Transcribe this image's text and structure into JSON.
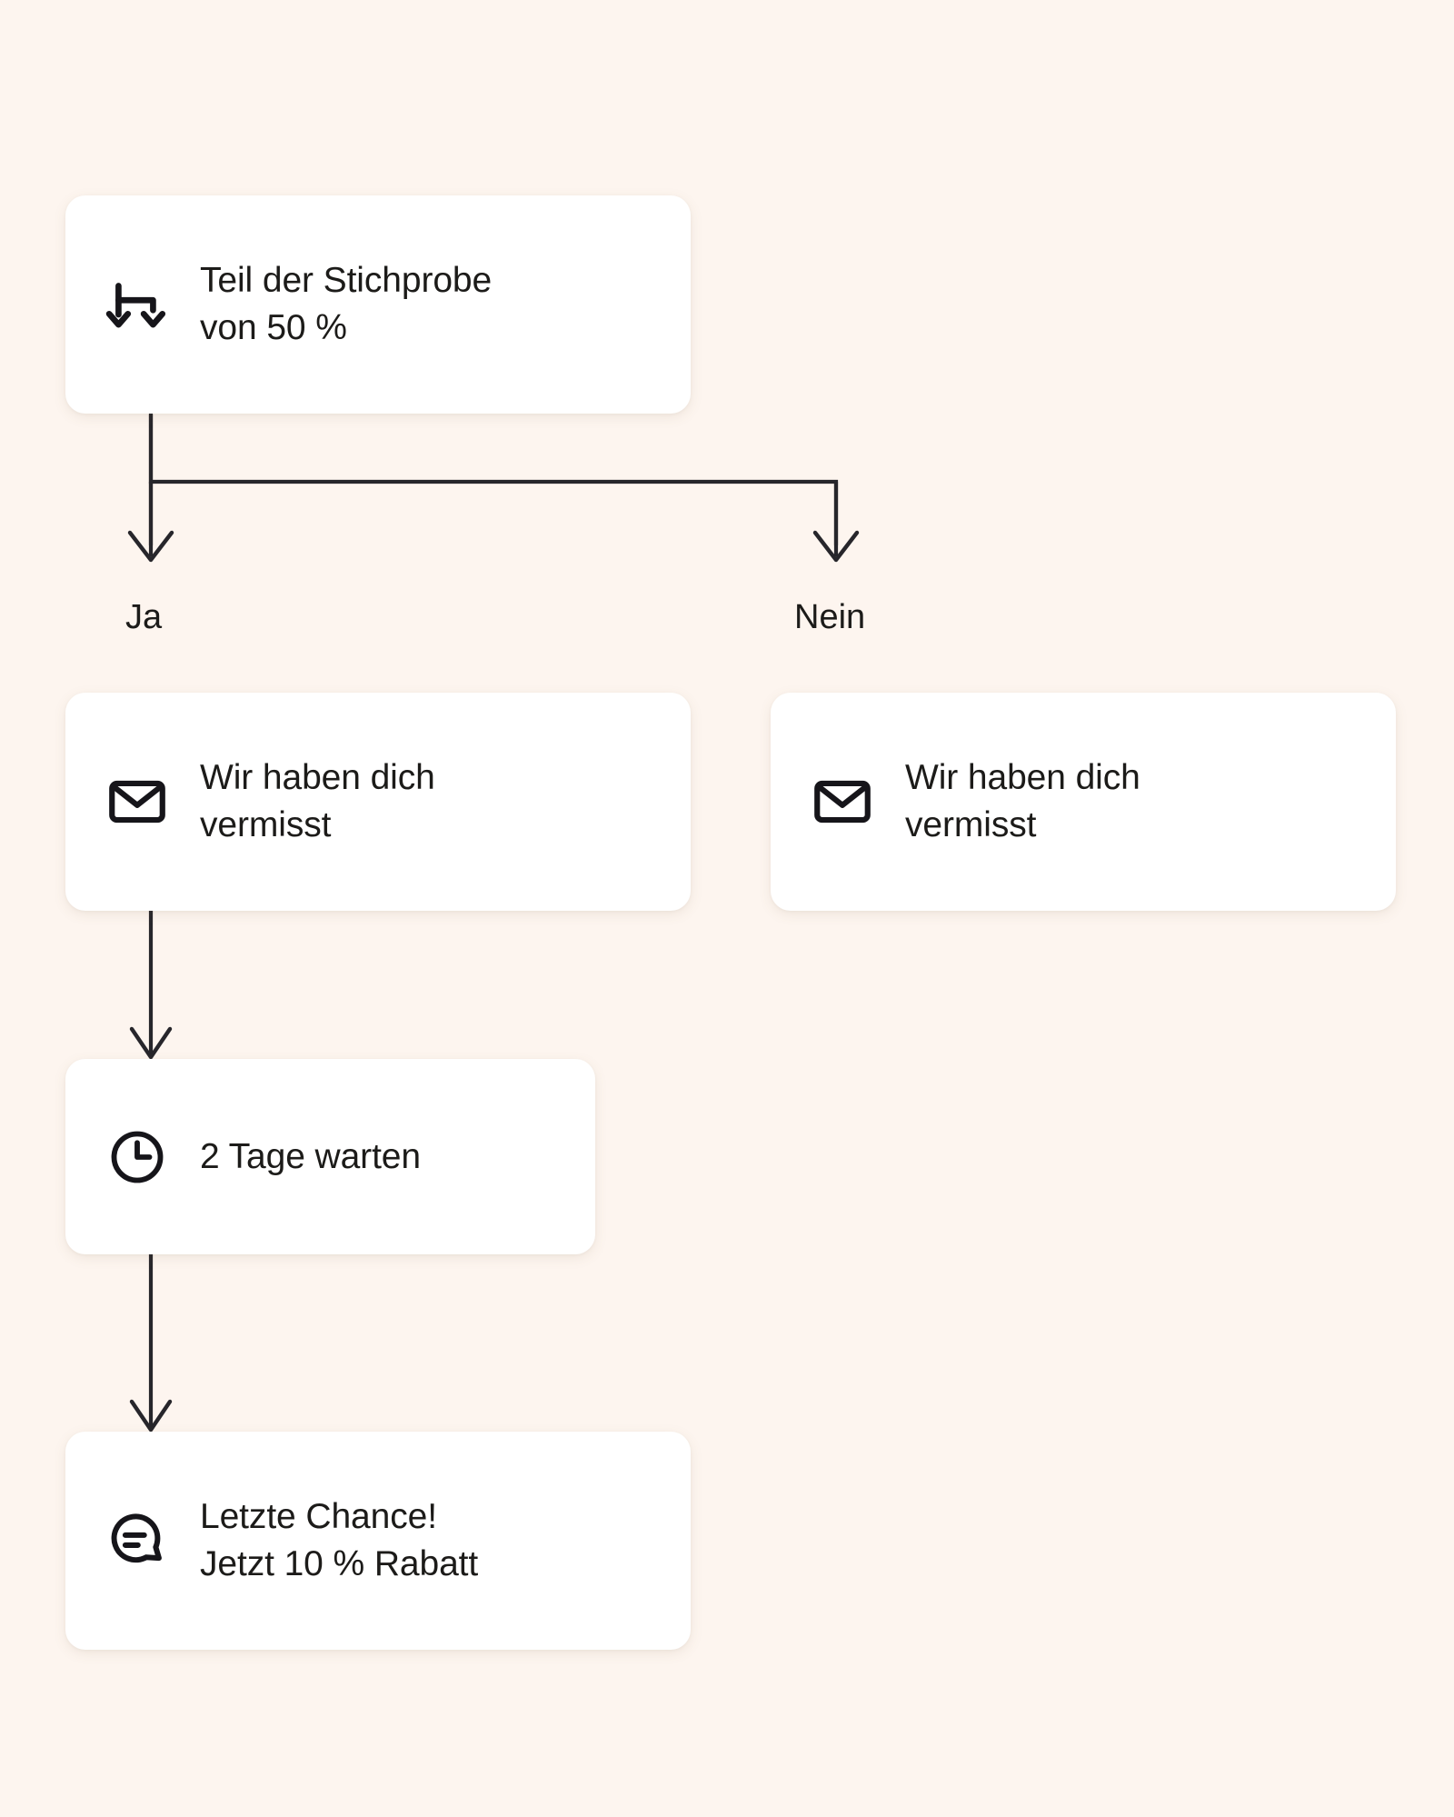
{
  "canvas": {
    "background_color": "#FDF5EF",
    "card_color": "#FFFFFF",
    "stroke_color": "#27262B",
    "text_color": "#1C1B19"
  },
  "nodes": [
    {
      "id": "split",
      "icon": "split-branch-icon",
      "label": "Teil der Stichprobe\nvon 50 %"
    },
    {
      "id": "email-yes",
      "icon": "envelope-icon",
      "label": "Wir haben dich\nvermisst"
    },
    {
      "id": "email-no",
      "icon": "envelope-icon",
      "label": "Wir haben dich\nvermisst"
    },
    {
      "id": "wait",
      "icon": "clock-icon",
      "label": "2 Tage warten"
    },
    {
      "id": "lastchance",
      "icon": "chat-bubble-icon",
      "label": "Letzte Chance!\nJetzt 10 % Rabatt"
    }
  ],
  "branches": {
    "yes_label": "Ja",
    "no_label": "Nein"
  },
  "edges": [
    {
      "from": "split",
      "to": "email-yes",
      "label": "Ja"
    },
    {
      "from": "split",
      "to": "email-no",
      "label": "Nein"
    },
    {
      "from": "email-yes",
      "to": "wait",
      "label": ""
    },
    {
      "from": "wait",
      "to": "lastchance",
      "label": ""
    }
  ]
}
